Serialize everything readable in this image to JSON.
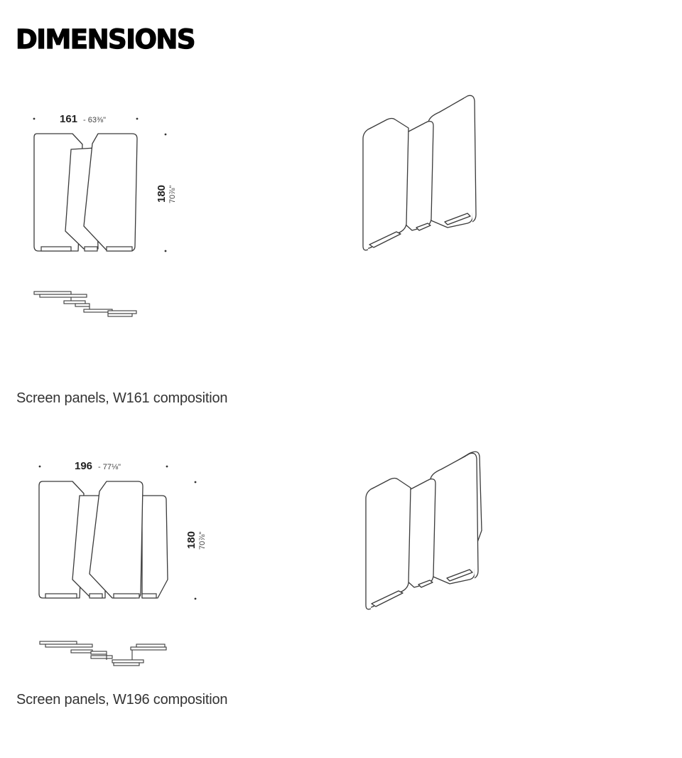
{
  "header": {
    "title": "DIMENSIONS"
  },
  "compositions": [
    {
      "width": "161",
      "width_imperial": "- 63⅜\"",
      "height": "180",
      "height_imperial": "70⅞\"",
      "caption": "Screen panels, W161 composition"
    },
    {
      "width": "196",
      "width_imperial": "- 77⅛\"",
      "height": "180",
      "height_imperial": "70⅞\"",
      "caption": "Screen panels, W196 composition"
    }
  ]
}
